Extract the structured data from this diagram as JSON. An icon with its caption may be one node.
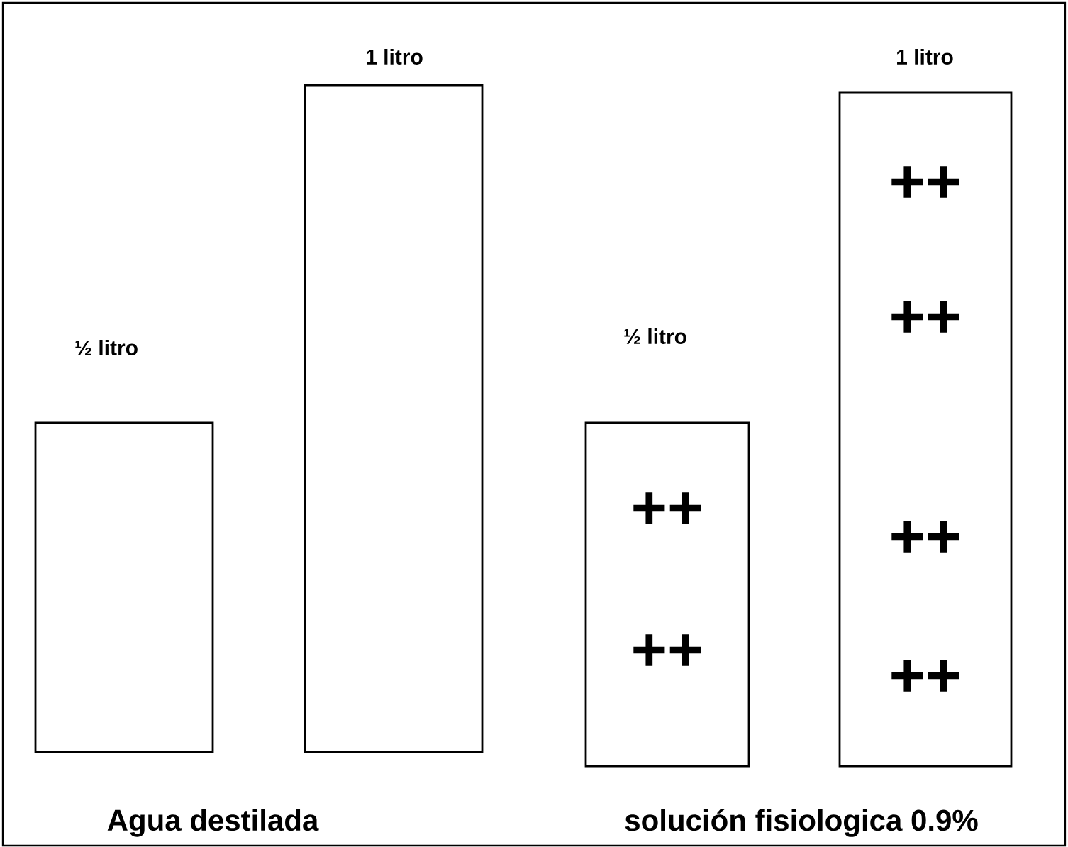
{
  "diagram": {
    "nodes": [
      {
        "text": [],
        "shape": "box",
        "beside": [
          "½ litro"
        ]
      },
      {
        "text": [],
        "shape": "box",
        "beside": [
          "1 litro"
        ]
      },
      {
        "text": [
          "++",
          "++"
        ],
        "beside": [
          "½ litro"
        ]
      },
      {
        "text": [
          "++",
          "++",
          "++",
          "++"
        ],
        "beside": [
          "1 litro"
        ]
      }
    ],
    "labels": [
      "Agua destilada",
      "solución fisiologica 0.9%"
    ]
  }
}
